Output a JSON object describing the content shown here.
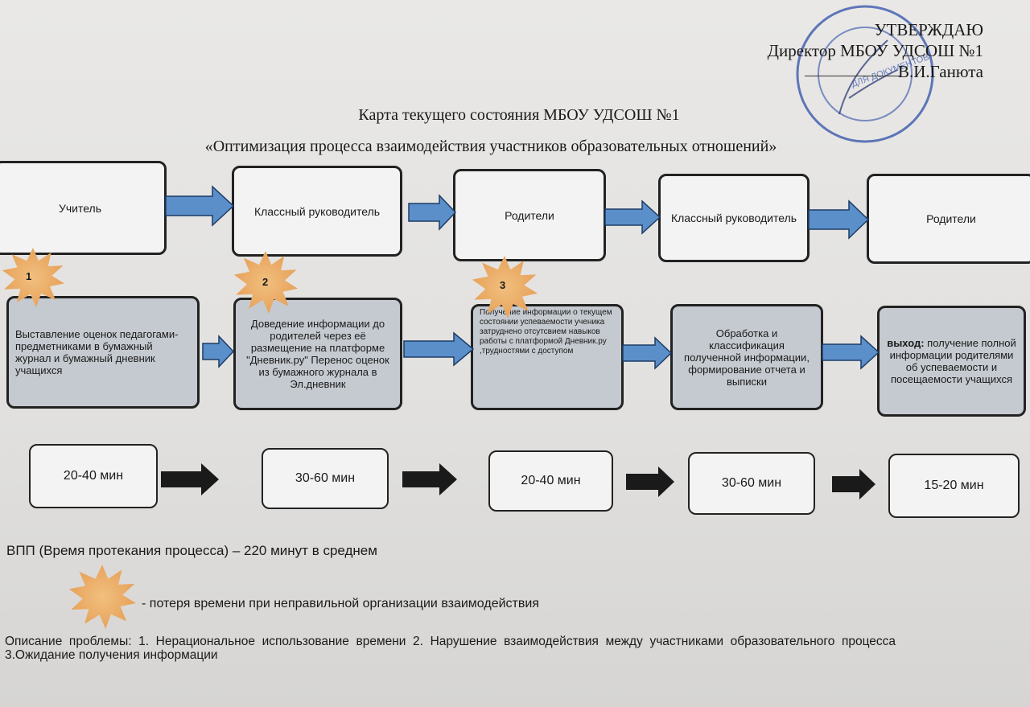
{
  "approval": {
    "line1": "УТВЕРЖДАЮ",
    "line2": "Директор МБОУ УДСОШ №1",
    "line3": "В.И.Ганюта"
  },
  "title": "Карта текущего состояния МБОУ УДСОШ №1",
  "subtitle": "«Оптимизация процесса взаимодействия участников образовательных отношений»",
  "actors": [
    "Учитель",
    "Классный руководитель",
    "Родители",
    "Классный руководитель",
    "Родители"
  ],
  "steps": [
    "Выставление оценок педагогами-предметниками в бумажный журнал и бумажный дневник учащихся",
    "Доведение информации до родителей через её размещение  на платформе \"Дневник.ру\" Перенос оценок из бумажного журнала в Эл.дневник",
    "Получение информации о текущем состоянии успеваемости ученика затруднено отсутсвием навыков работы с платформой Дневник.ру ,трудностями с доступом",
    "Обработка и классификация полученной информации, формирование отчета и выписки",
    {
      "bold": "выход:",
      "text": " получение полной информации родителями об успеваемости и посещаемости учащихся"
    }
  ],
  "bursts": [
    "1",
    "2",
    "3"
  ],
  "times": [
    "20-40 мин",
    "30-60 мин",
    "20-40 мин",
    "30-60 мин",
    "15-20 мин"
  ],
  "vpp": "ВПП (Время протекания процесса) – 220 минут в среднем",
  "legend": "- потеря времени при неправильной организации взаимодействия",
  "problem_line1": "Описание  проблемы:  1.  Нерациональное  использование  времени  2.  Нарушение  взаимодействия  между  участниками  образовательного  процесса",
  "problem_line2": "3.Ожидание получения информации",
  "stamp_text": "ДЛЯ ДОКУМЕНТОВ",
  "colors": {
    "blue_arrow": "#5b8fc9",
    "burst": "#e7a35c",
    "step_box": "#c5cad0",
    "stamp": "#2f4fa8"
  }
}
